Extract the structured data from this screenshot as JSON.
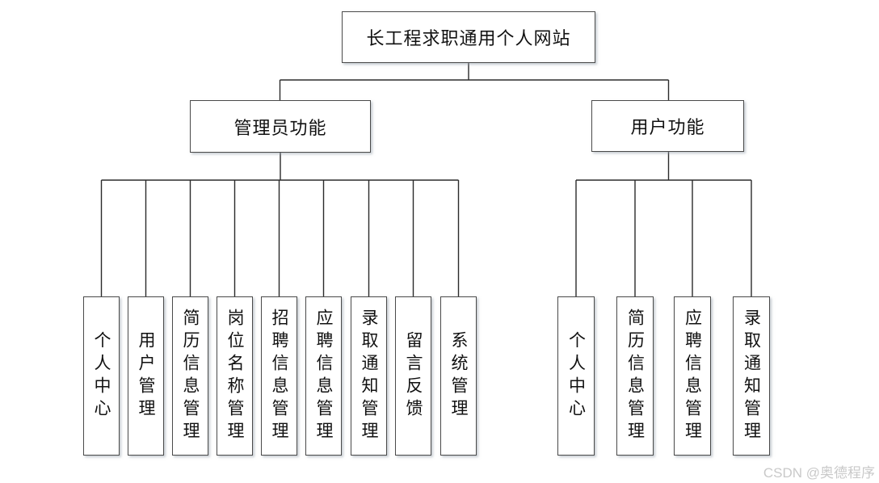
{
  "title": "长工程求职通用个人网站",
  "branches": {
    "admin": {
      "label": "管理员功能",
      "children": [
        "个人中心",
        "用户管理",
        "简历信息管理",
        "岗位名称管理",
        "招聘信息管理",
        "应聘信息管理",
        "录取通知管理",
        "留言反馈",
        "系统管理"
      ]
    },
    "user": {
      "label": "用户功能",
      "children": [
        "个人中心",
        "简历信息管理",
        "应聘信息管理",
        "录取通知管理"
      ]
    }
  },
  "watermark": "CSDN @奥德程序",
  "colors": {
    "line": "#2b2b2b",
    "border": "#4a4a4a",
    "text": "#111111",
    "watermark": "#c9c9c9",
    "background": "#ffffff"
  }
}
